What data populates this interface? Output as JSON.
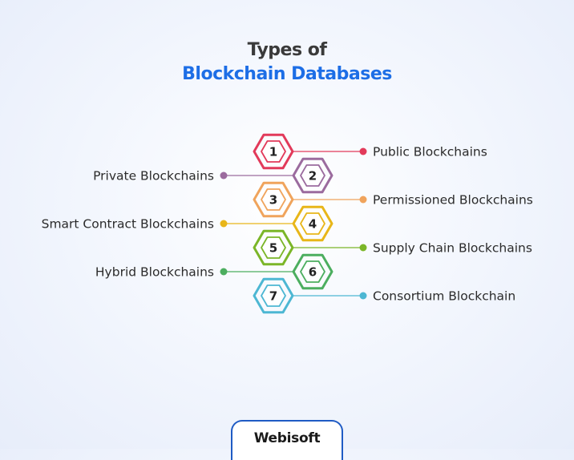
{
  "title": {
    "line1": "Types of",
    "line2": "Blockchain Databases"
  },
  "items": [
    {
      "number": "1",
      "label": "Public Blockchains",
      "side": "right",
      "color": "#e23a5a"
    },
    {
      "number": "2",
      "label": "Private Blockchains",
      "side": "left",
      "color": "#9b6b9e"
    },
    {
      "number": "3",
      "label": "Permissioned Blockchains",
      "side": "right",
      "color": "#f0a45c"
    },
    {
      "number": "4",
      "label": "Smart Contract Blockchains",
      "side": "left",
      "color": "#e8b619"
    },
    {
      "number": "5",
      "label": "Supply Chain Blockchains",
      "side": "right",
      "color": "#7bb628"
    },
    {
      "number": "6",
      "label": "Hybrid Blockchains",
      "side": "left",
      "color": "#4cae5f"
    },
    {
      "number": "7",
      "label": "Consortium Blockchain",
      "side": "right",
      "color": "#4db7d3"
    }
  ],
  "brand": {
    "name": "Webisoft"
  }
}
